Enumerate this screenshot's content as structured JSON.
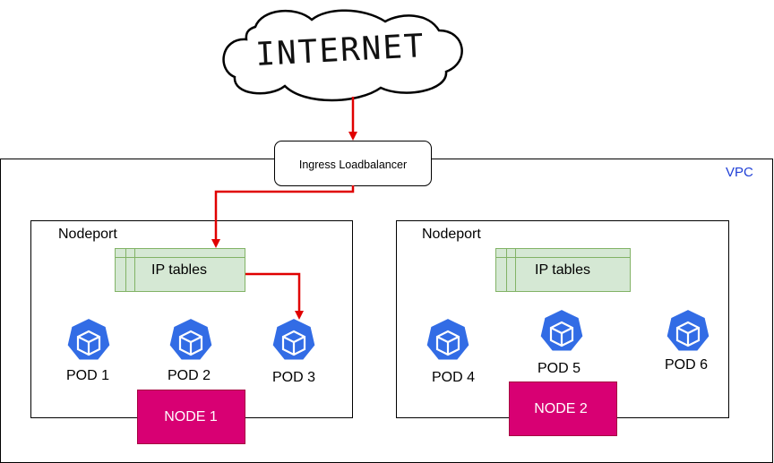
{
  "internet": {
    "label": "INTERNET"
  },
  "ingress": {
    "label": "Ingress Loadbalancer"
  },
  "vpc": {
    "label": "VPC"
  },
  "nodes": [
    {
      "nodeport_label": "Nodeport",
      "iptables_label": "IP tables",
      "node_label": "NODE 1",
      "pods": [
        "POD 1",
        "POD 2",
        "POD 3"
      ]
    },
    {
      "nodeport_label": "Nodeport",
      "iptables_label": "IP tables",
      "node_label": "NODE 2",
      "pods": [
        "POD 4",
        "POD 5",
        "POD 6"
      ]
    }
  ],
  "colors": {
    "arrow": "#e00000",
    "iptables_fill": "#d5e8d4",
    "iptables_stroke": "#82b366",
    "node_fill": "#d80073",
    "pod_icon": "#326ce5",
    "vpc_text": "#1f3fd6"
  },
  "icons": {
    "pod": "kubernetes-pod-icon"
  }
}
